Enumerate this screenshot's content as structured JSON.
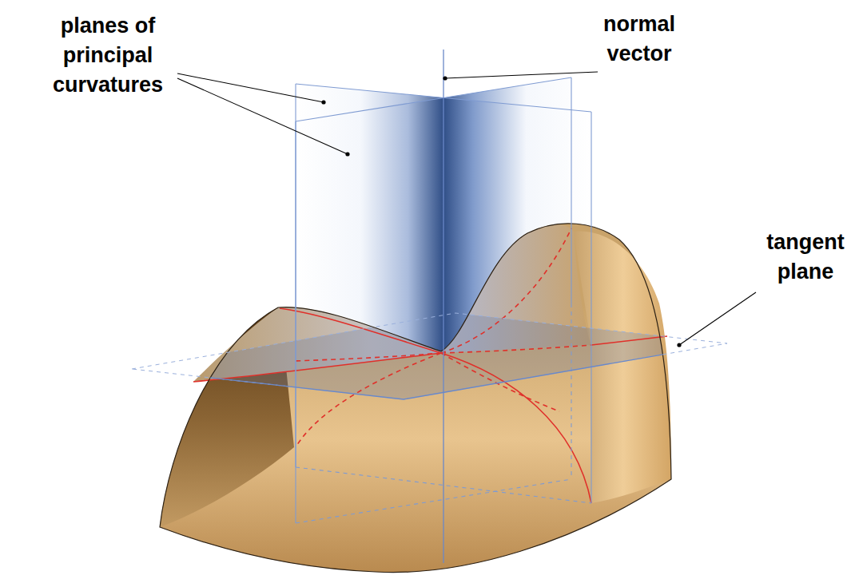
{
  "diagram": {
    "labels": [
      "planes of principal curvatures",
      "normal vector",
      "tangent plane"
    ]
  }
}
